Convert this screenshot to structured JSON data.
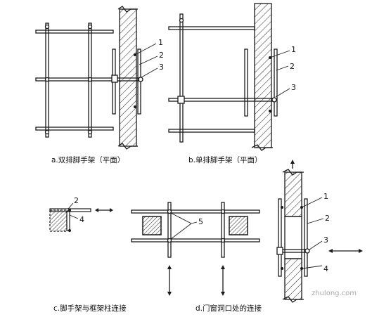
{
  "captions": {
    "a": "a.双排脚手架（平面）",
    "b": "b.单排脚手架（平面）",
    "c": "c.脚手架与框架柱连接",
    "d": "d.门窗洞口处的连接"
  },
  "callouts": {
    "a": [
      "1",
      "2",
      "3"
    ],
    "b": [
      "1",
      "2",
      "3"
    ],
    "c": [
      "2",
      "4"
    ],
    "d_center": [
      "5"
    ],
    "d_right": [
      "1",
      "2",
      "3",
      "4"
    ]
  },
  "watermark": "zhulong.com",
  "colors": {
    "line": "#1a1a1a",
    "hatch": "#222222",
    "background": "#ffffff"
  }
}
